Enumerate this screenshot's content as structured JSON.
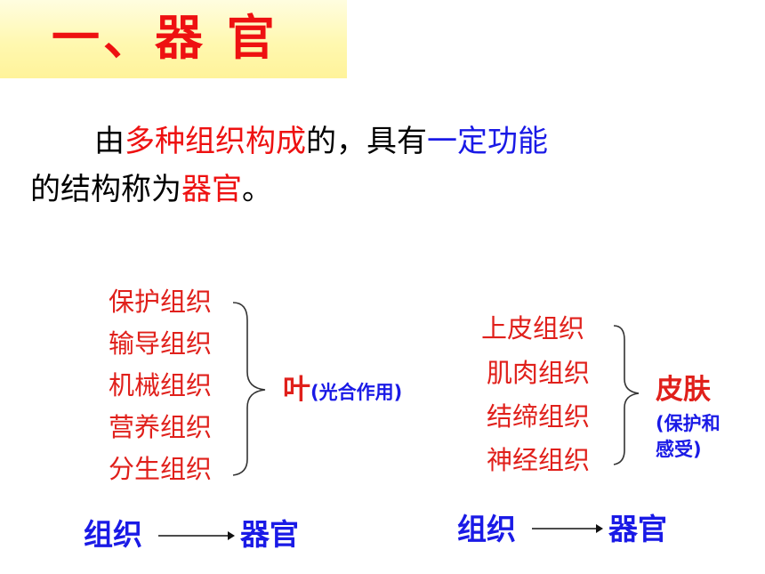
{
  "title": "一、器 官",
  "definition": {
    "seg1": "由",
    "seg2": "多种组织构成",
    "seg3": "的，具有",
    "seg4": "一定功能",
    "seg5": "的结构称为",
    "seg6": "器官",
    "seg7": "。"
  },
  "leaf_group": {
    "tissues": [
      "保护组织",
      "输导组织",
      "机械组织",
      "营养组织",
      "分生组织"
    ],
    "organ": "叶",
    "organ_note": "(光合作用)"
  },
  "skin_group": {
    "tissues": [
      "上皮组织",
      "肌肉组织",
      "结缔组织",
      "神经组织"
    ],
    "organ": "皮肤",
    "organ_note_line1": "(保护和",
    "organ_note_line2": "感受)"
  },
  "flow_left": {
    "from": "组织",
    "to": "器官"
  },
  "flow_right": {
    "from": "组织",
    "to": "器官"
  },
  "colors": {
    "red": "#ee1111",
    "blue": "#1a1ae6",
    "title_bg": "#fff39a"
  }
}
